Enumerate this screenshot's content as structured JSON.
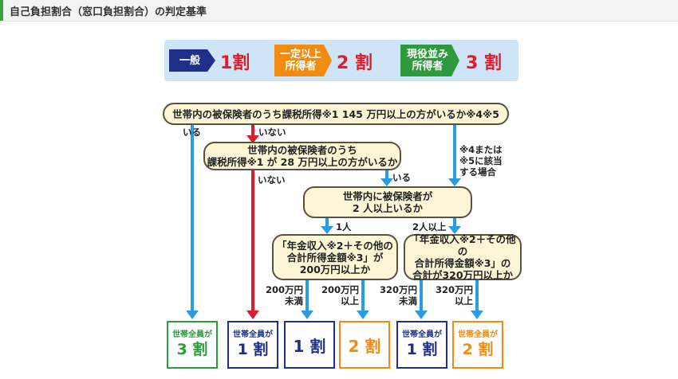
{
  "title": "自己負担割合（窓口負担割合）の判定基準",
  "legend": [
    {
      "tag": "一般",
      "rate": "1割",
      "tag_color": "#1f2f8a",
      "rate_color": "#e01b2b"
    },
    {
      "tag": "一定以上\n所得者",
      "rate": "2 割",
      "tag_color": "#f08c10",
      "rate_color": "#e01b2b"
    },
    {
      "tag": "現役並み\n所得者",
      "rate": "3 割",
      "tag_color": "#2f9a3b",
      "rate_color": "#e01b2b"
    }
  ],
  "questions": {
    "q1": "世帯内の被保険者のうち課税所得※1 145 万円以上の方がいるか※4※5",
    "q2": "世帯内の被保険者のうち\n課税所得※1 が 28 万円以上の方がいるか",
    "q3": "世帯内に被保険者が\n2 人以上いるか",
    "q4": "「年金収入※2＋その他の\n合計所得金額※3」が\n200万円以上か",
    "q5": "「年金収入※2＋その他の\n合計所得金額※3」の\n合計が320万円以上か"
  },
  "labels": {
    "iru_left": "いる",
    "inai_1": "いない",
    "inai_2": "いない",
    "iru_2": "いる",
    "note": "※4または\n※5に該当\nする場合",
    "one_person": "1人",
    "two_plus": "2人以上",
    "under_200": "200万円\n未満",
    "over_200": "200万円\n以上",
    "under_320": "320万円\n未満",
    "over_320": "320万円\n以上"
  },
  "results": [
    {
      "small": "世帯全員が",
      "big": "3 割",
      "color": "#2f9a3b"
    },
    {
      "small": "世帯全員が",
      "big": "1 割",
      "color": "#1f2f8a"
    },
    {
      "small": "",
      "big": "1 割",
      "color": "#1f2f8a"
    },
    {
      "small": "",
      "big": "2 割",
      "color": "#f08c10"
    },
    {
      "small": "世帯全員が",
      "big": "1 割",
      "color": "#1f2f8a"
    },
    {
      "small": "世帯全員が",
      "big": "2 割",
      "color": "#f08c10"
    }
  ],
  "colors": {
    "arrow_blue": "#2a9de0",
    "arrow_red": "#d81e2c",
    "box_fill": "#fdf6d6",
    "legend_bg": "#cfe4f6"
  }
}
